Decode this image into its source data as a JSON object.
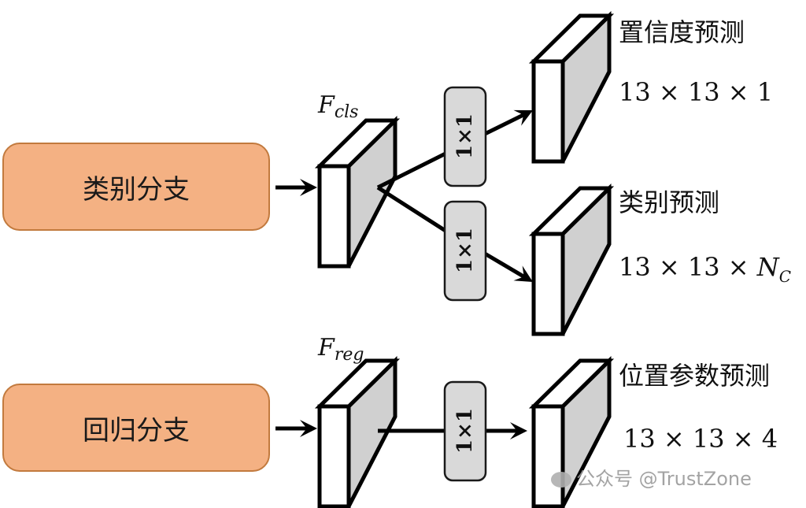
{
  "branches": [
    {
      "label": "类别分支"
    },
    {
      "label": "回归分支"
    }
  ],
  "features": {
    "cls": {
      "main": "F",
      "sub": "cls"
    },
    "reg": {
      "main": "F",
      "sub": "reg"
    }
  },
  "conv_label": "1×1",
  "outputs": [
    {
      "title": "置信度预测",
      "dims": "13 × 13 × 1"
    },
    {
      "title": "类别预测",
      "dims_prefix": "13 × 13 × ",
      "dims_var": "N",
      "dims_sub": "C"
    },
    {
      "title": "位置参数预测",
      "dims": "13 × 13 × 4"
    }
  ],
  "watermark": "公众号 @TrustZone",
  "colors": {
    "branch_fill": "#F4B183",
    "branch_border": "#C27A3E",
    "cube_side": "#D0D0D0",
    "conv_fill": "#D9D9D9",
    "stroke": "#000000"
  }
}
